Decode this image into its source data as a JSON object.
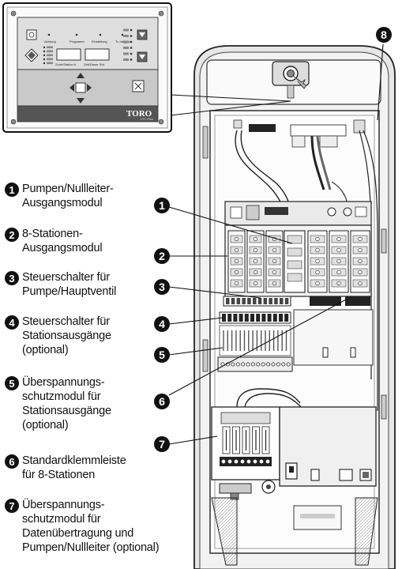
{
  "inset_panel": {
    "button_labels": [
      "Achtung",
      "Programm",
      "Einstellung",
      "Tu rabgehn"
    ],
    "display_labels": [
      "Zone/Station #",
      "Zeit/Dauer Std."
    ],
    "brand_name": "TORO",
    "brand_model": "LTC Plus"
  },
  "callouts": [
    "1",
    "2",
    "3",
    "4",
    "5",
    "6",
    "7",
    "8"
  ],
  "legend": [
    {
      "number": "1",
      "lines": [
        "Pumpen/Nullleiter-",
        "Ausgangsmodul"
      ]
    },
    {
      "number": "2",
      "lines": [
        "8-Stationen-",
        "Ausgangsmodul"
      ]
    },
    {
      "number": "3",
      "lines": [
        "Steuerschalter für",
        "Pumpe/Hauptventil"
      ]
    },
    {
      "number": "4",
      "lines": [
        "Steuerschalter für",
        "Stationsausgänge",
        "(optional)"
      ]
    },
    {
      "number": "5",
      "lines": [
        "Überspannungs-",
        "schutzmodul für",
        "Stationsausgänge",
        "(optional)"
      ]
    },
    {
      "number": "6",
      "lines": [
        "Standardklemmleiste",
        "für 8-Stationen"
      ]
    },
    {
      "number": "7",
      "lines": [
        "Überspannungs-",
        "schutzmodul für",
        "Datenübertragung und",
        "Pumpen/Nullleiter (optional)"
      ]
    }
  ]
}
